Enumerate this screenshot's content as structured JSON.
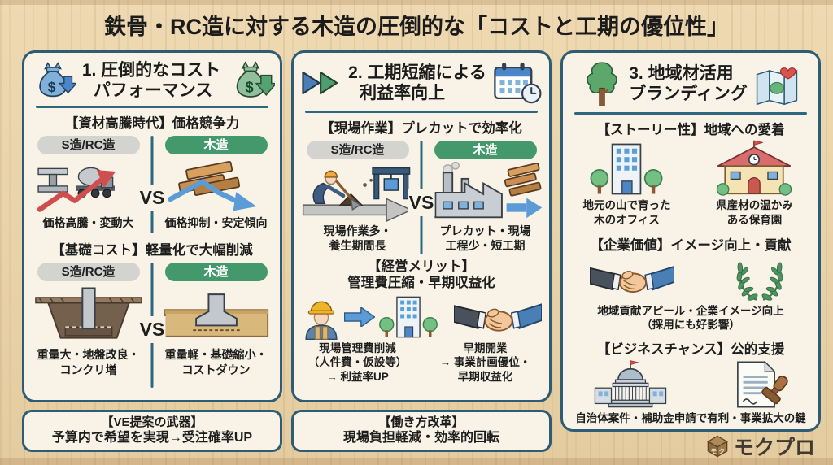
{
  "title": "鉄骨・RC造に対する木造の圧倒的な「コストと工期の優位性」",
  "vs_label": "VS",
  "pills": {
    "steel": "S造/RC造",
    "wood": "木造"
  },
  "col1": {
    "header_line1": "1. 圧倒的なコスト",
    "header_line2": "パフォーマンス",
    "sec1": {
      "heading": "【資材高騰時代】価格競争力",
      "left_caption1": "価格高騰・変動大",
      "right_caption1": "価格抑制・安定傾向"
    },
    "sec2": {
      "heading": "【基礎コスト】軽量化で大幅削減",
      "left_caption1": "重量大・地盤改良・",
      "left_caption2": "コンクリ増",
      "right_caption1": "重量軽・基礎縮小・",
      "right_caption2": "コストダウン"
    },
    "bottom1": "【VE提案の武器】",
    "bottom2": "予算内で希望を実現→受注確率UP"
  },
  "col2": {
    "header_line1": "2. 工期短縮による",
    "header_line2": "利益率向上",
    "sec1": {
      "heading": "【現場作業】プレカットで効率化",
      "left_caption1": "現場作業多・",
      "left_caption2": "養生期間長",
      "right_caption1": "プレカット・現場",
      "right_caption2": "工程少・短工期"
    },
    "sec2": {
      "heading1": "【経営メリット】",
      "heading2": "管理費圧縮・早期収益化",
      "left_caption1": "現場管理費削減",
      "left_caption2": "（人件費・仮設等）",
      "left_caption3": "→ 利益率UP",
      "right_caption1": "早期開業",
      "right_caption2": "→ 事業計画優位・",
      "right_caption3": "早期収益化"
    },
    "bottom1": "【働き方改革】",
    "bottom2": "現場負担軽減・効率的回転"
  },
  "col3": {
    "header_line1": "3. 地域材活用",
    "header_line2": "ブランディング",
    "sec1": {
      "heading": "【ストーリー性】地域への愛着",
      "left_caption1": "地元の山で育った",
      "left_caption2": "木のオフィス",
      "right_caption1": "県産材の温かみ",
      "right_caption2": "ある保育園"
    },
    "sec2": {
      "heading": "【企業価値】イメージ向上・貢献",
      "caption1": "地域貢献アピール・企業イメージ向上",
      "caption2": "（採用にも好影響）"
    },
    "sec3": {
      "heading": "【ビジネスチャンス】公的支援",
      "caption1": "自治体案件・補助金申請で有利・事業拡大の鍵"
    }
  },
  "logo": {
    "text": "モクプロ"
  },
  "icons": {
    "money_bag_blue": "money-bag-with-down-arrow",
    "money_bag_green": "money-bag-with-down-arrow",
    "fast_forward": "double-play-triangles",
    "calendar_clock": "calendar-with-clock",
    "steel_mixer_rising": "i-beam-mixer-truck-rising-red-arrow",
    "lumber_declining": "wood-beams-declining-blue-arrow",
    "deep_foundation": "large-concrete-foundation",
    "shallow_foundation": "small-concrete-foundation",
    "site_work": "worker-digging-with-rig-long-arrow",
    "precut_factory": "factory-lumber-short-blue-arrow",
    "site_worker": "construction-worker-bust",
    "arrow_right": "thick-right-arrow",
    "office_building": "building-with-trees",
    "handshake": "two-hands-shaking",
    "laurel_wreath": "laurel-branches",
    "kindergarten": "schoolhouse-with-clock-and-flag",
    "government_building": "domed-capitol-building",
    "stamped_document": "document-with-stamp",
    "tree": "green-tree",
    "map_heart": "folded-map-with-heart",
    "logo_cube": "wooden-cube"
  },
  "colors": {
    "wood_background": "#ead6ae",
    "card_background": "#f8f3e6",
    "border_navy": "#2e5c74",
    "pill_gray": "#d3d3d0",
    "pill_green": "#43996b",
    "rising_red": "#cf4f4f",
    "arrow_blue": "#5b9bd6",
    "text": "#1d1d1d"
  }
}
